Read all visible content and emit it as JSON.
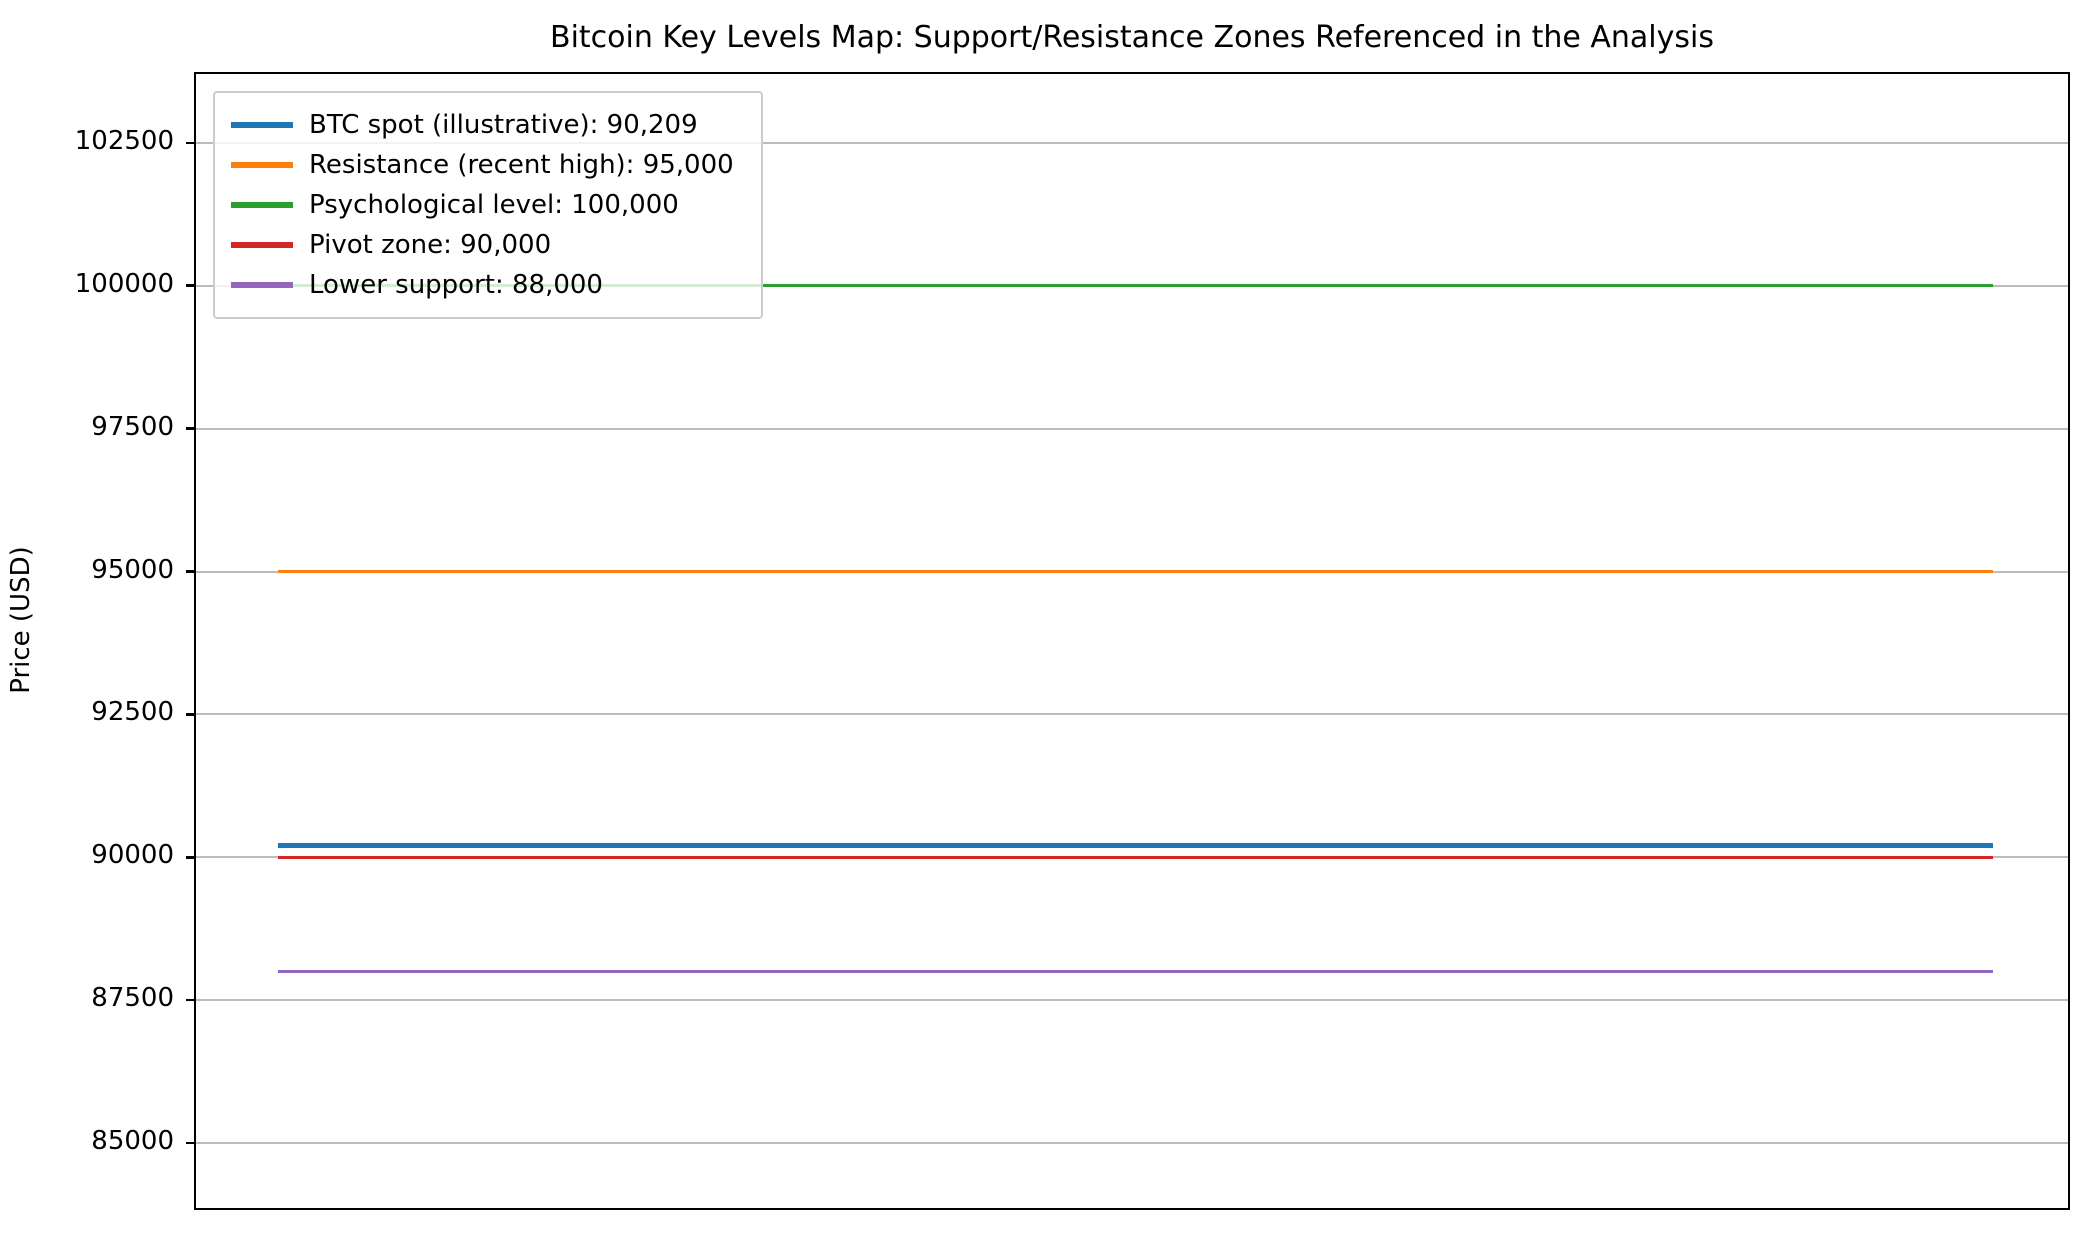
{
  "chart_data": {
    "type": "line",
    "title": "Bitcoin Key Levels Map: Support/Resistance Zones Referenced in the Analysis",
    "xlabel": "",
    "ylabel": "Price (USD)",
    "ylim": [
      83800,
      103700
    ],
    "yticks": [
      102500,
      100000,
      97500,
      95000,
      92500,
      90000,
      87500,
      85000
    ],
    "ytick_labels": [
      "102500",
      "100000",
      "97500",
      "95000",
      "92500",
      "90000",
      "87500",
      "85000"
    ],
    "xlim": [
      0,
      1
    ],
    "grid": true,
    "grid_axis": "y",
    "legend_position": "upper left",
    "series": [
      {
        "name": "BTC spot (illustrative): 90,209",
        "label_text": "BTC spot (illustrative): 90,209",
        "value": 90209,
        "color": "#1f77b4",
        "linewidth": 4.2
      },
      {
        "name": "Resistance (recent high): 95,000",
        "label_text": "Resistance (recent high): 95,000",
        "value": 95000,
        "color": "#ff7f0e",
        "linewidth": 3.0
      },
      {
        "name": "Psychological level: 100,000",
        "label_text": "Psychological level: 100,000",
        "value": 100000,
        "color": "#2ca02c",
        "linewidth": 3.0
      },
      {
        "name": "Pivot zone: 90,000",
        "label_text": "Pivot zone: 90,000",
        "value": 90000,
        "color": "#d62728",
        "linewidth": 3.0
      },
      {
        "name": "Lower support: 88,000",
        "label_text": "Lower support: 88,000",
        "value": 88000,
        "color": "#9467bd",
        "linewidth": 3.0
      }
    ]
  },
  "legend": {
    "items": [
      {
        "label": "BTC spot (illustrative): 90,209"
      },
      {
        "label": "Resistance (recent high): 95,000"
      },
      {
        "label": "Psychological level: 100,000"
      },
      {
        "label": "Pivot zone: 90,000"
      },
      {
        "label": "Lower support: 88,000"
      }
    ]
  },
  "axis": {
    "ylabel": "Price (USD)",
    "ytick_labels": [
      "102500",
      "100000",
      "97500",
      "95000",
      "92500",
      "90000",
      "87500",
      "85000"
    ]
  },
  "colors": {
    "series_1": "#1f77b4",
    "series_2": "#ff7f0e",
    "series_3": "#2ca02c",
    "series_4": "#d62728",
    "series_5": "#9467bd",
    "grid": "#b0b0b0",
    "axis": "#000000",
    "background": "#ffffff"
  }
}
